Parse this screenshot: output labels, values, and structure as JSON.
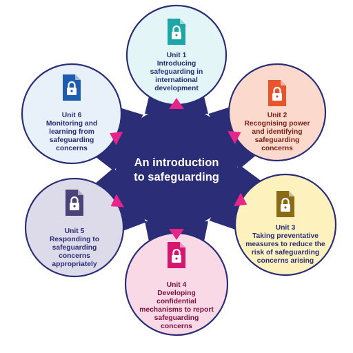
{
  "center": {
    "title": "An introduction\nto safeguarding",
    "color": "#2b2d77"
  },
  "units": [
    {
      "id": "unit-1",
      "title": "Unit 1",
      "description": "Introducing\nsafeguarding in\ninternational\ndevelopment",
      "fill": "#e3f5f6",
      "icon_color": "#1ea6a6",
      "text_color": "#2b2d77",
      "icon": "document-lock-icon"
    },
    {
      "id": "unit-2",
      "title": "Unit 2",
      "description": "Recognising power\nand identifying\nsafeguarding\nconcerns",
      "fill": "#fbd9cc",
      "icon_color": "#e8542b",
      "text_color": "#7a1f12",
      "icon": "document-lock-icon"
    },
    {
      "id": "unit-3",
      "title": "Unit 3",
      "description": "Taking preventative\nmeasures to reduce the\nrisk of safeguarding\nconcerns arising",
      "fill": "#fdf2bd",
      "icon_color": "#8a6a14",
      "text_color": "#2b2d77",
      "icon": "document-lock-icon"
    },
    {
      "id": "unit-4",
      "title": "Unit 4",
      "description": "Developing\nconfidential\nmechanisms to report\nsafeguarding\nconcerns",
      "fill": "#f9d9e6",
      "icon_color": "#d6166f",
      "text_color": "#7a1040",
      "icon": "document-lock-icon"
    },
    {
      "id": "unit-5",
      "title": "Unit 5",
      "description": "Responding to\nsafeguarding\nconcerns\nappropriately",
      "fill": "#dddbea",
      "icon_color": "#4a4278",
      "text_color": "#2b2d77",
      "icon": "document-lock-icon"
    },
    {
      "id": "unit-6",
      "title": "Unit 6",
      "description": "Monitoring and\nlearning from\nsafeguarding\nconcerns",
      "fill": "#e8f0f9",
      "icon_color": "#1e5cae",
      "text_color": "#2b2d77",
      "icon": "document-lock-icon"
    }
  ],
  "colors": {
    "hub": "#2b2d77",
    "arrow": "#e6258a",
    "outline": "#2b2d77"
  }
}
